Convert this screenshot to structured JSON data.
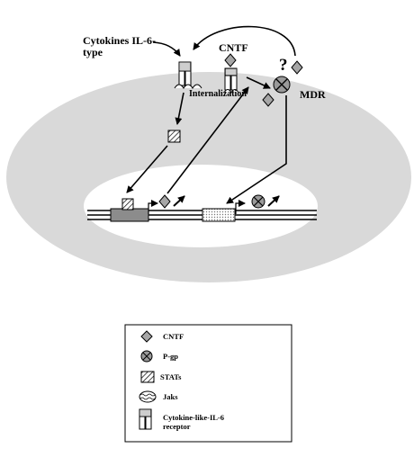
{
  "labels": {
    "cytokines": "Cytokines IL-6-",
    "cytokines_line2": "type",
    "cntf": "CNTF",
    "internalization": "Internalization",
    "question": "?",
    "mdr": "MDR"
  },
  "legend": {
    "items": [
      {
        "icon": "cntf-diamond-icon",
        "label": "CNTF"
      },
      {
        "icon": "pgp-circle-icon",
        "label": "P-gp"
      },
      {
        "icon": "stats-hatched-icon",
        "label": "STATs"
      },
      {
        "icon": "jaks-wavy-icon",
        "label": "Jaks"
      },
      {
        "icon": "receptor-icon",
        "label": "Cytokine-like-IL-6"
      }
    ],
    "receptor_line2": "receptor"
  },
  "colors": {
    "cell_fill": "#d9d9d9",
    "nucleus_fill": "#ffffff",
    "diamond_fill": "#a6a6a6",
    "gene_block": "#8c8c8c"
  }
}
